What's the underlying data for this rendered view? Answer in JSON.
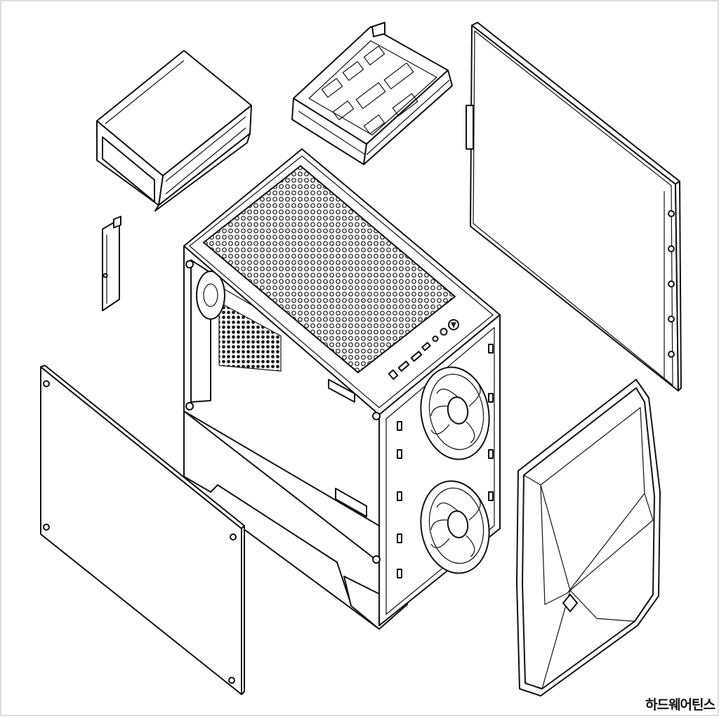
{
  "watermark": {
    "text": "하드웨어틴스"
  },
  "parts": [
    {
      "id": "top-bracket",
      "label": ""
    },
    {
      "id": "drive-cage",
      "label": ""
    },
    {
      "id": "right-side-panel",
      "label": ""
    },
    {
      "id": "pci-slot-cover",
      "label": ""
    },
    {
      "id": "case-body",
      "label": ""
    },
    {
      "id": "left-side-panel",
      "label": ""
    },
    {
      "id": "front-panel",
      "label": ""
    }
  ],
  "colors": {
    "line": "#111111",
    "background": "#ffffff"
  }
}
